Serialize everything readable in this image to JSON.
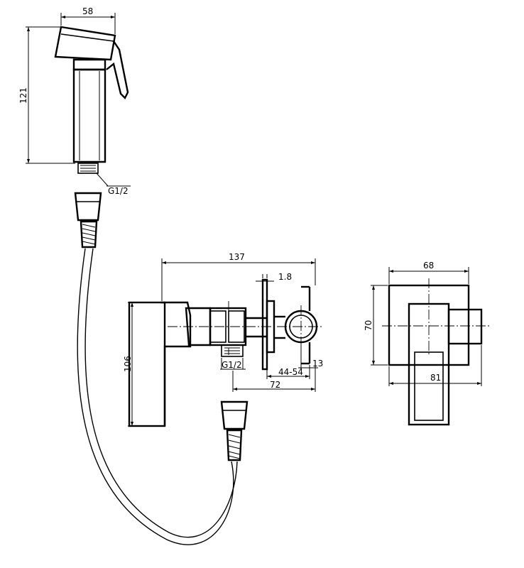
{
  "dimensions": {
    "handshower_width": "58",
    "handshower_height": "121",
    "handshower_thread": "G1/2",
    "valve_width": "137",
    "flange_thickness": "1.8",
    "valve_height": "106",
    "outlet_thread": "G1/2",
    "holder_offset": "13",
    "wall_depth": "44-54",
    "outlet_offset": "72",
    "side_width": "68",
    "side_height": "70",
    "side_depth": "81"
  }
}
